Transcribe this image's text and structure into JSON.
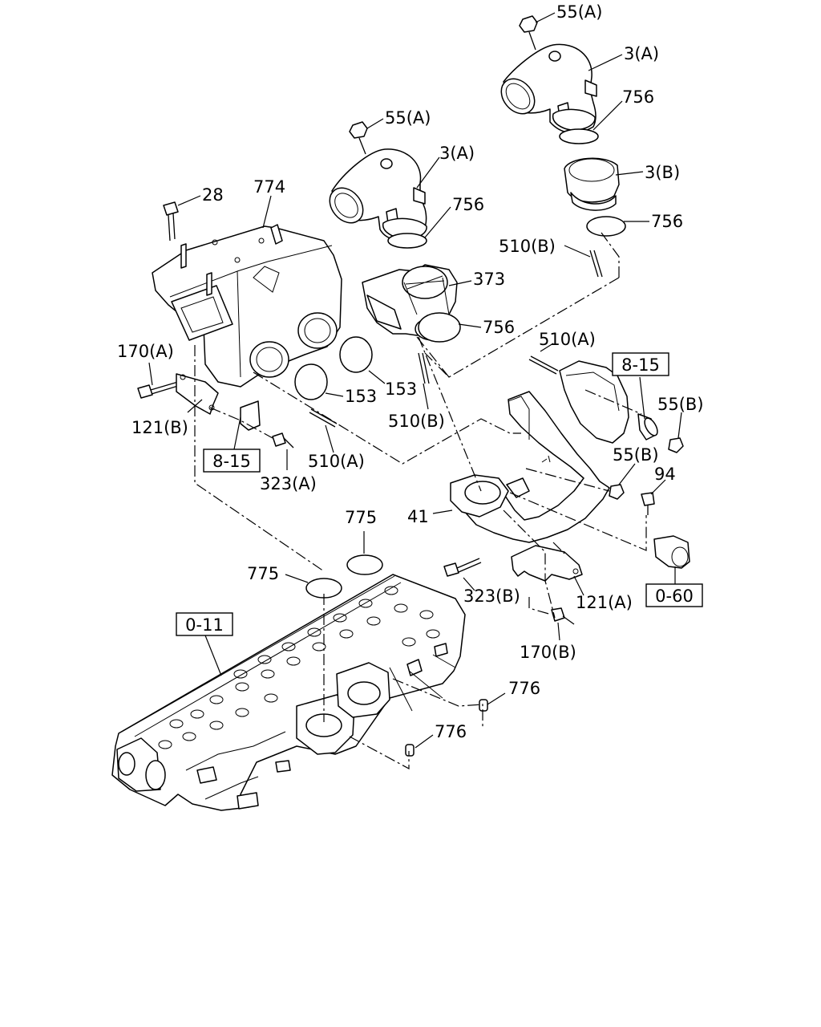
{
  "labels": {
    "p55a_top": "55(A)",
    "p3a_top": "3(A)",
    "p756_top": "756",
    "p55a_mid": "55(A)",
    "p3a_mid": "3(A)",
    "p3b": "3(B)",
    "p756_b": "756",
    "p28": "28",
    "p774": "774",
    "p756_mid": "756",
    "p510b_top": "510(B)",
    "p373": "373",
    "p756_373": "756",
    "p510a_right": "510(A)",
    "p170a": "170(A)",
    "p153_a": "153",
    "p153_b": "153",
    "p121b": "121(B)",
    "p510b_bot": "510(B)",
    "p55b_a": "55(B)",
    "p55b_b": "55(B)",
    "p510a_left": "510(A)",
    "p323a": "323(A)",
    "p94": "94",
    "p41": "41",
    "p775_a": "775",
    "p775_b": "775",
    "p323b": "323(B)",
    "p121a": "121(A)",
    "p170b": "170(B)",
    "p776_a": "776",
    "p776_b": "776"
  },
  "refs": {
    "ref_815_left": "8-15",
    "ref_815_right": "8-15",
    "ref_060": "0-60",
    "ref_011": "0-11"
  }
}
